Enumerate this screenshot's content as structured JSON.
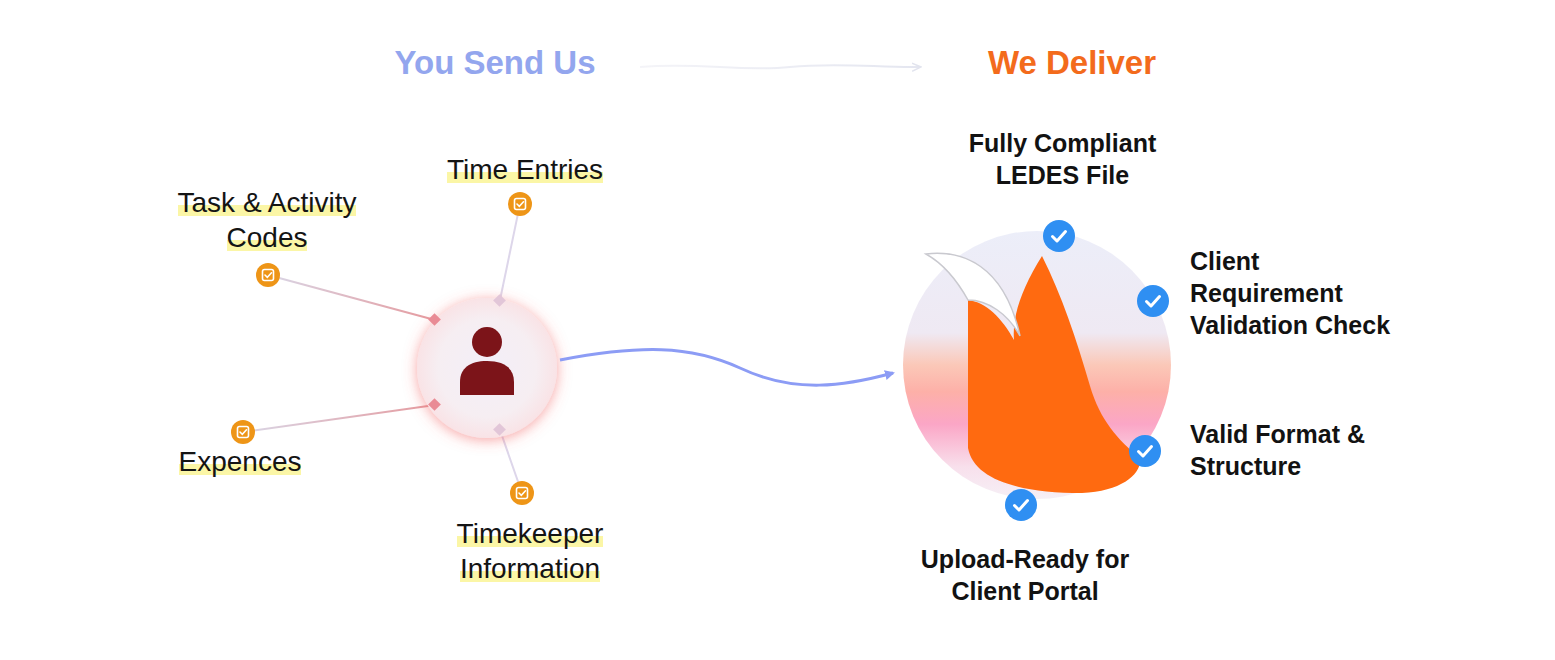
{
  "diagram": {
    "nodes": [
      {
        "text": [
          "Task & Activity Codes"
        ]
      },
      {
        "text": [
          "Time Entries"
        ]
      },
      {
        "text": [
          "Expences"
        ]
      },
      {
        "text": [
          "Timekeeper Information"
        ]
      },
      {
        "text": [
          "Fully Compliant LEDES File"
        ]
      },
      {
        "text": [
          "Client Requirement Validation Check"
        ]
      },
      {
        "text": [
          "Valid Format & Structure"
        ]
      },
      {
        "text": [
          "Upload-Ready for Client Portal"
        ]
      }
    ],
    "labels": [
      "You Send Us",
      "We Deliver"
    ]
  }
}
